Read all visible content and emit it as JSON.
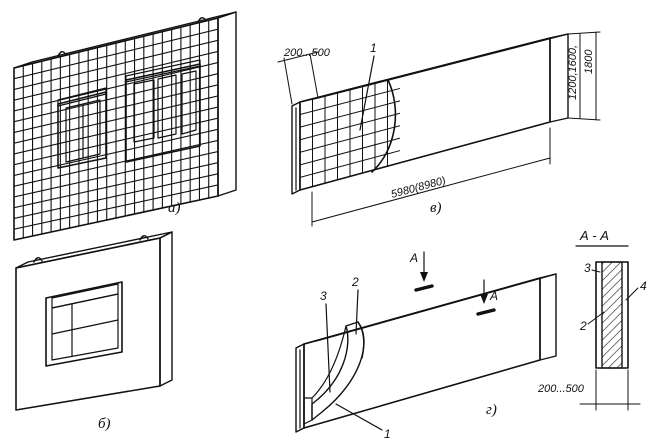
{
  "panels": {
    "a": {
      "label": "а)"
    },
    "b": {
      "label": "б)"
    },
    "v": {
      "label": "в)"
    },
    "g": {
      "label": "г)"
    }
  },
  "dimensions": {
    "v_thickness": "200...500",
    "v_length": "5980(8980)",
    "v_height": "1200,1600,",
    "v_height_alt": "1800",
    "g_thickness": "200...500"
  },
  "callouts": {
    "v_1": "1",
    "g_2": "2",
    "g_3": "3",
    "g_1": "1",
    "sec_3": "3",
    "sec_4": "4",
    "sec_2": "2"
  },
  "section": {
    "title": "А - А",
    "marker_top": "А",
    "marker_side": "А"
  }
}
